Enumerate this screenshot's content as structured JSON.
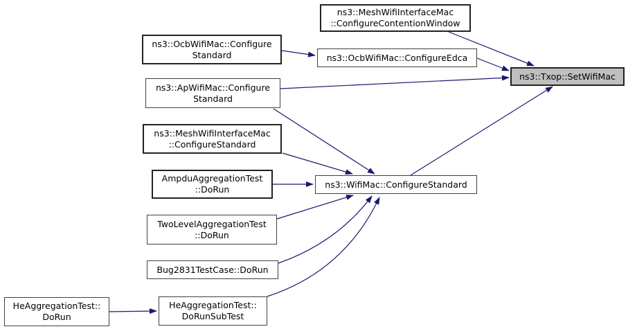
{
  "diagram": {
    "kind": "call-graph",
    "highlighted_function": "ns3::Txop::SetWifiMac"
  },
  "colors": {
    "background": "#ffffff",
    "edge": "#191970",
    "node-fill": "#ffffff",
    "node-border": "#404040",
    "node-border-bold": "#222222",
    "highlight-fill": "#bfbfbf",
    "text": "#000000"
  },
  "nodes": [
    {
      "id": "mesh-configure-contention-window",
      "label": "ns3::MeshWifiInterfaceMac\n::ConfigureContentionWindow",
      "highlighted": false
    },
    {
      "id": "ocb-configure-standard",
      "label": "ns3::OcbWifiMac::Configure\nStandard",
      "highlighted": false
    },
    {
      "id": "ocb-configure-edca",
      "label": "ns3::OcbWifiMac::ConfigureEdca",
      "highlighted": false
    },
    {
      "id": "txop-set-wifi-mac",
      "label": "ns3::Txop::SetWifiMac",
      "highlighted": true
    },
    {
      "id": "ap-configure-standard",
      "label": "ns3::ApWifiMac::Configure\nStandard",
      "highlighted": false
    },
    {
      "id": "mesh-configure-standard",
      "label": "ns3::MeshWifiInterfaceMac\n::ConfigureStandard",
      "highlighted": false
    },
    {
      "id": "ampdu-aggregation-test-dorun",
      "label": "AmpduAggregationTest\n::DoRun",
      "highlighted": false
    },
    {
      "id": "wifimac-configure-standard",
      "label": "ns3::WifiMac::ConfigureStandard",
      "highlighted": false
    },
    {
      "id": "two-level-aggregation-test-dorun",
      "label": "TwoLevelAggregationTest\n::DoRun",
      "highlighted": false
    },
    {
      "id": "bug2831-testcase-dorun",
      "label": "Bug2831TestCase::DoRun",
      "highlighted": false
    },
    {
      "id": "he-aggregation-test-dorun",
      "label": "HeAggregationTest::\nDoRun",
      "highlighted": false
    },
    {
      "id": "he-aggregation-test-dorunsubtest",
      "label": "HeAggregationTest::\nDoRunSubTest",
      "highlighted": false
    }
  ],
  "edges": [
    {
      "from": "mesh-configure-contention-window",
      "to": "txop-set-wifi-mac"
    },
    {
      "from": "ocb-configure-standard",
      "to": "ocb-configure-edca"
    },
    {
      "from": "ocb-configure-edca",
      "to": "txop-set-wifi-mac"
    },
    {
      "from": "ap-configure-standard",
      "to": "txop-set-wifi-mac"
    },
    {
      "from": "ap-configure-standard",
      "to": "wifimac-configure-standard"
    },
    {
      "from": "mesh-configure-standard",
      "to": "wifimac-configure-standard"
    },
    {
      "from": "ampdu-aggregation-test-dorun",
      "to": "wifimac-configure-standard"
    },
    {
      "from": "wifimac-configure-standard",
      "to": "txop-set-wifi-mac"
    },
    {
      "from": "two-level-aggregation-test-dorun",
      "to": "wifimac-configure-standard"
    },
    {
      "from": "bug2831-testcase-dorun",
      "to": "wifimac-configure-standard"
    },
    {
      "from": "he-aggregation-test-dorunsubtest",
      "to": "wifimac-configure-standard"
    },
    {
      "from": "he-aggregation-test-dorun",
      "to": "he-aggregation-test-dorunsubtest"
    }
  ]
}
